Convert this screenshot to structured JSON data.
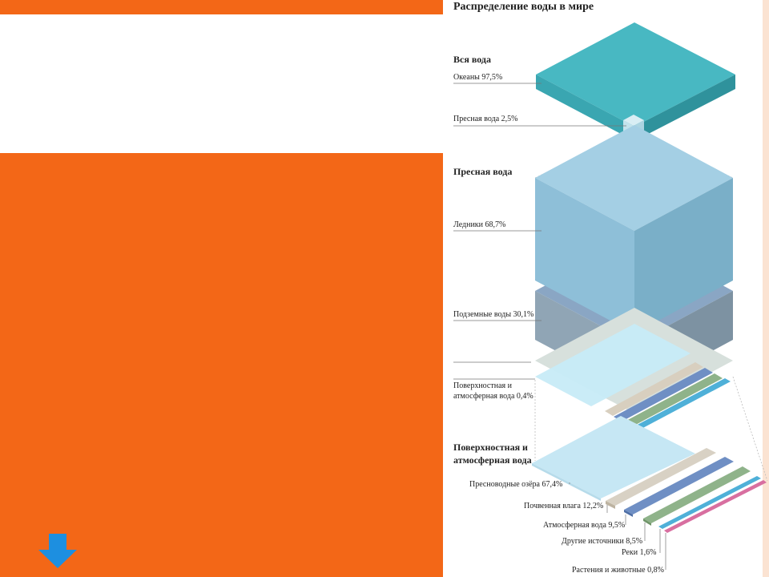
{
  "title": "Распределение воды в мире",
  "sections": {
    "all_water": "Вся вода",
    "fresh_water": "Пресная вода",
    "surface_line1": "Поверхностная и",
    "surface_line2": "атмосферная вода"
  },
  "labels": {
    "oceans": "Океаны 97,5%",
    "fresh": "Пресная вода 2,5%",
    "glaciers": "Ледники 68,7%",
    "groundwater": "Подземные воды 30,1%",
    "surface_line1": "Поверхностная и",
    "surface_line2": "атмосферная вода 0,4%",
    "lakes": "Пресноводные озёра 67,4%",
    "soil": "Почвенная влага 12,2%",
    "atmosphere": "Атмосферная вода 9,5%",
    "other": "Другие источники 8,5%",
    "rivers": "Реки 1,6%",
    "plants": "Растения и животные 0,8%"
  },
  "values": {
    "all_water": [
      {
        "name": "Океаны",
        "percent": 97.5
      },
      {
        "name": "Пресная вода",
        "percent": 2.5
      }
    ],
    "fresh_water": [
      {
        "name": "Ледники",
        "percent": 68.7
      },
      {
        "name": "Подземные воды",
        "percent": 30.1
      },
      {
        "name": "Поверхностная и атмосферная вода",
        "percent": 0.4
      }
    ],
    "surface_water": [
      {
        "name": "Пресноводные озёра",
        "percent": 67.4
      },
      {
        "name": "Почвенная влага",
        "percent": 12.2
      },
      {
        "name": "Атмосферная вода",
        "percent": 9.5
      },
      {
        "name": "Другие источники",
        "percent": 8.5
      },
      {
        "name": "Реки",
        "percent": 1.6
      },
      {
        "name": "Растения и животные",
        "percent": 0.8
      }
    ]
  },
  "colors": {
    "slide_orange": "#f36717",
    "arrow_blue": "#1d8fe0",
    "ocean": "#3fb4bd",
    "fresh": "#bfe0ea",
    "glacier": "#8fbfd8",
    "ground": "#8fa3b2",
    "surface": "#bfe6f2",
    "soil": "#d8cfbf",
    "atmosphere": "#6f8fc4",
    "other": "#8fb38a",
    "rivers": "#4fb0d8",
    "plants": "#d86fa0"
  }
}
